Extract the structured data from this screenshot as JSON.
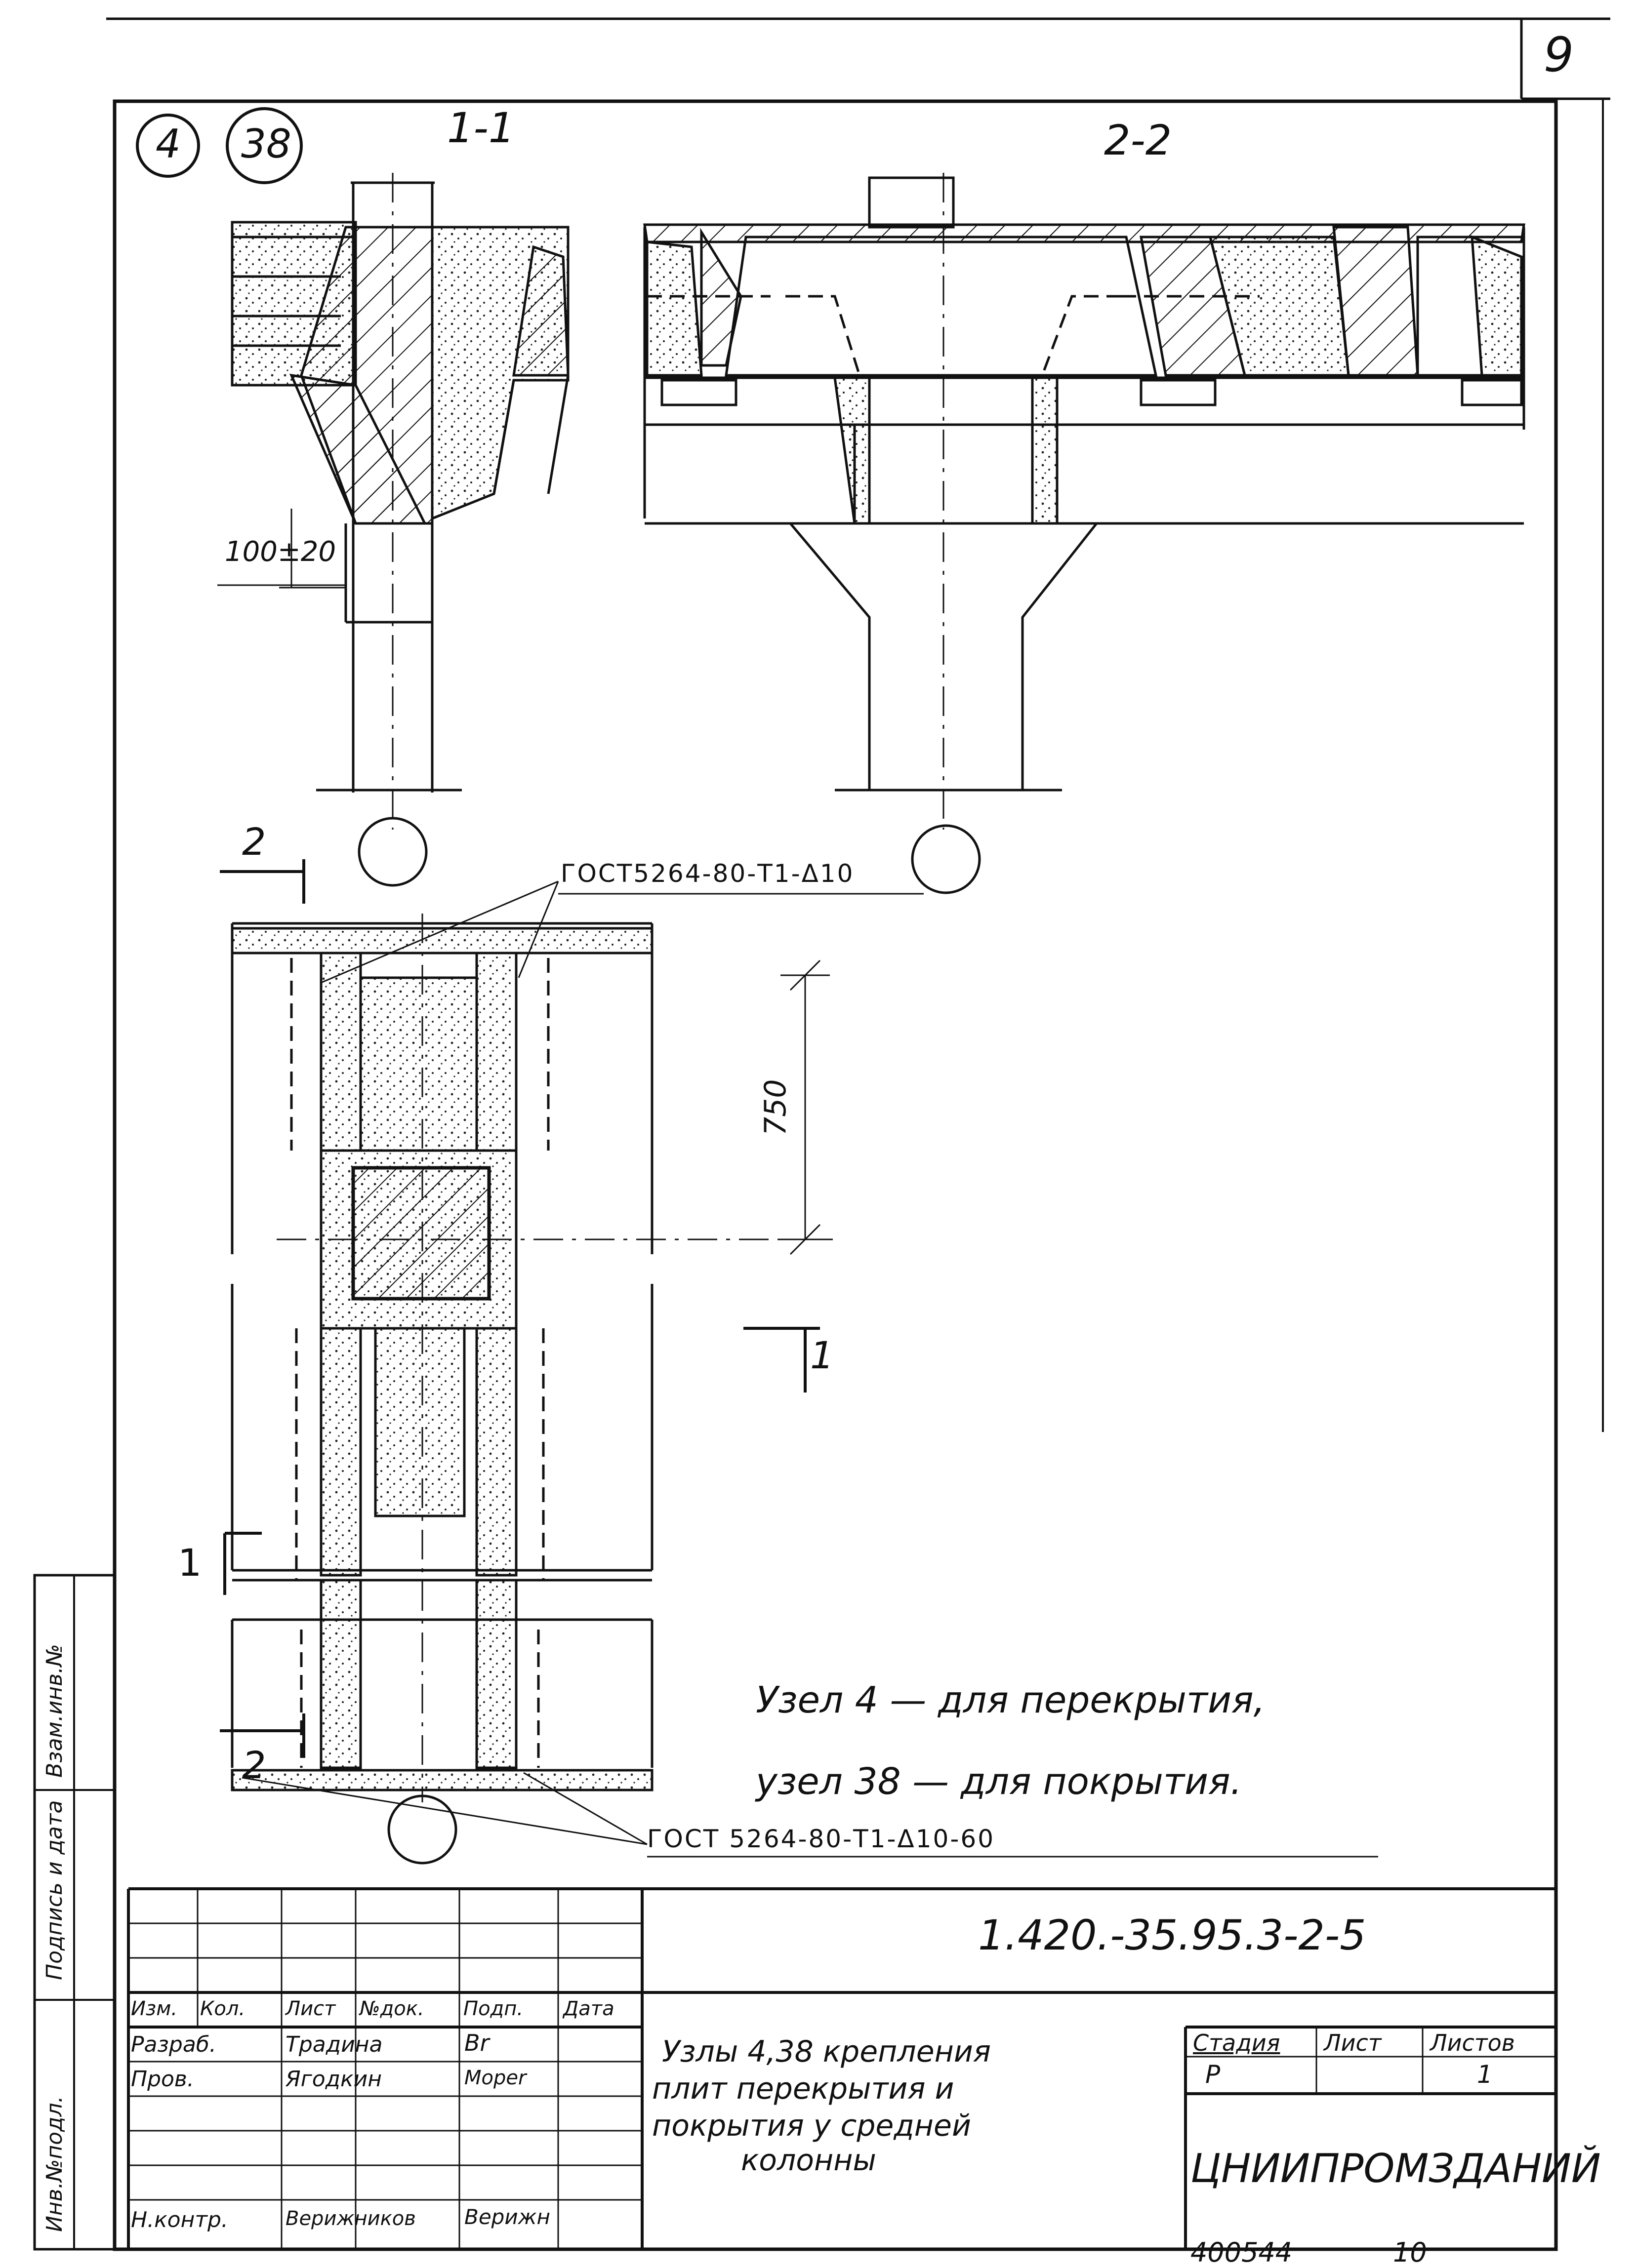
{
  "sheet": {
    "page_number": "9",
    "node_numbers": [
      "4",
      "38"
    ],
    "section_1_title": "1-1",
    "section_2_title": "2-2",
    "dimension_gap": "100±20",
    "dimension_750": "750",
    "section_mark_2_top": "2",
    "section_mark_2_bottom": "2",
    "section_mark_1_left": "1",
    "section_mark_1_right": "1",
    "callout_top": "ГОСТ5264-80-Т1-Δ10",
    "callout_bottom": "ГОСТ 5264-80-Т1-Δ10-60",
    "note_line_1": "Узел 4 — для перекрытия,",
    "note_line_2": "узел 38 — для покрытия."
  },
  "side_stamp": {
    "inv_no": "Инв.№подл.",
    "sign_date": "Подпись и дата",
    "replace_inv": "Взам.инв.№"
  },
  "title_block": {
    "doc_code": "1.420.-35.95.3-2-5",
    "headers": [
      "Изм.",
      "Кол.",
      "Лист",
      "№док.",
      "Подп.",
      "Дата"
    ],
    "rows": [
      {
        "role": "Разраб.",
        "name": "Традина",
        "sign": "Br"
      },
      {
        "role": "Пров.",
        "name": "Ягодкин",
        "sign": "Moper"
      },
      {
        "role": "Н.контр.",
        "name": "Верижников",
        "sign": "Верижн"
      }
    ],
    "title": [
      "Узлы 4,38 крепления",
      "плит перекрытия и",
      "покрытия у средней",
      "колонны"
    ],
    "stage_label": "Стадия",
    "sheet_label": "Лист",
    "sheets_label": "Листов",
    "stage_value": "Р",
    "sheets_value": "1",
    "organization": "ЦНИИПРОМЗДАНИЙ",
    "archive_no": "400544",
    "archive_sheet": "10"
  }
}
